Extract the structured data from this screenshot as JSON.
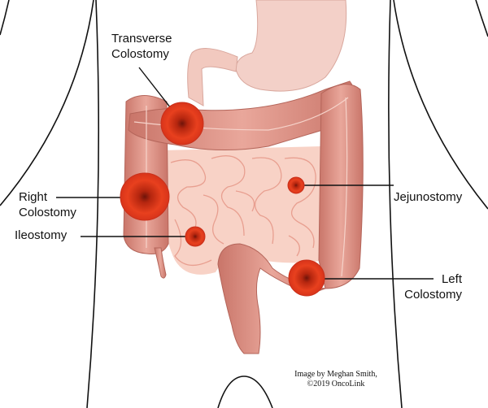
{
  "labels": {
    "transverse": [
      "Transverse",
      "Colostomy"
    ],
    "right": [
      "Right",
      "Colostomy"
    ],
    "ileostomy": "Ileostomy",
    "jejunostomy": "Jejunostomy",
    "left": [
      "Left",
      "Colostomy"
    ]
  },
  "credit": [
    "Image by Meghan Smith,",
    "©2019 OncoLink"
  ],
  "colors": {
    "outline": "#111111",
    "colon": "#d98a80",
    "colon_light": "#f0b9ad",
    "small_intestine": "#f8d2c6",
    "stomach": "#f3d0c8",
    "stoma": "#e8401e",
    "stoma_center": "#6e140a"
  }
}
